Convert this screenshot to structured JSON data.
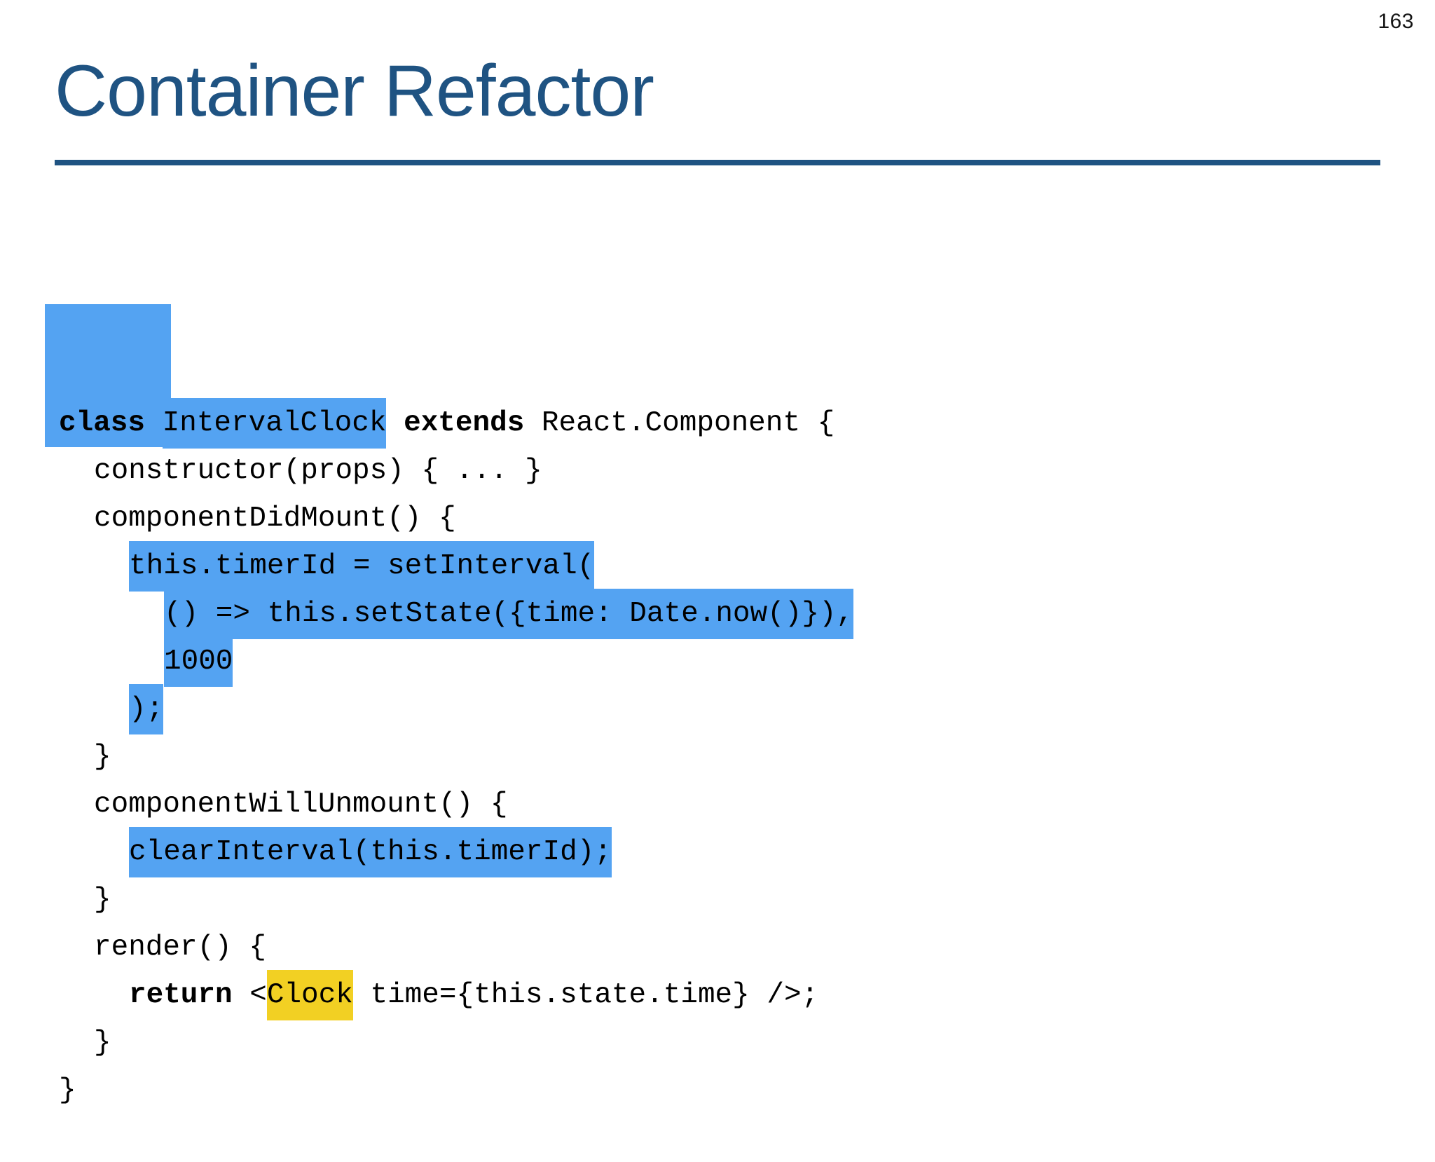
{
  "slide": {
    "page_number": "163",
    "title": "Container Refactor",
    "title_color": "#1F5382",
    "rule_color": "#1F5382",
    "background_color": "#FFFFFF"
  },
  "highlight_colors": {
    "selection_blue": "#54A3F2",
    "marker_yellow": "#F2D023"
  },
  "code": {
    "language": "jsx",
    "lines": [
      {
        "index": 0,
        "indent": 0,
        "text": "class IntervalClock extends React.Component {",
        "segments": [
          {
            "text": "class ",
            "bold": true,
            "highlight": "none"
          },
          {
            "text": "IntervalClock",
            "bold": false,
            "highlight": "blue"
          },
          {
            "text": " ",
            "bold": false,
            "highlight": "none"
          },
          {
            "text": "extends",
            "bold": true,
            "highlight": "none"
          },
          {
            "text": " React.Component {",
            "bold": false,
            "highlight": "none"
          }
        ]
      },
      {
        "index": 1,
        "indent": 1,
        "text": "constructor(props) { ... }",
        "segments": [
          {
            "text": "constructor(props) { ... }",
            "bold": false,
            "highlight": "none"
          }
        ]
      },
      {
        "index": 2,
        "indent": 1,
        "text": "componentDidMount() {",
        "segments": [
          {
            "text": "componentDidMount() {",
            "bold": false,
            "highlight": "none"
          }
        ]
      },
      {
        "index": 3,
        "indent": 2,
        "text": "this.timerId = setInterval(",
        "segments": [
          {
            "text": "this.timerId = setInterval(",
            "bold": false,
            "highlight": "blue"
          }
        ]
      },
      {
        "index": 4,
        "indent": 3,
        "text": "() => this.setState({time: Date.now()}),",
        "segments": [
          {
            "text": "() => this.setState({time: Date.now()}),",
            "bold": false,
            "highlight": "blue"
          }
        ]
      },
      {
        "index": 5,
        "indent": 3,
        "text": "1000",
        "segments": [
          {
            "text": "1000",
            "bold": false,
            "highlight": "blue"
          }
        ]
      },
      {
        "index": 6,
        "indent": 2,
        "text": ");",
        "segments": [
          {
            "text": ");",
            "bold": false,
            "highlight": "blue"
          }
        ]
      },
      {
        "index": 7,
        "indent": 1,
        "text": "}",
        "segments": [
          {
            "text": "}",
            "bold": false,
            "highlight": "none"
          }
        ]
      },
      {
        "index": 8,
        "indent": 1,
        "text": "componentWillUnmount() {",
        "segments": [
          {
            "text": "componentWillUnmount() {",
            "bold": false,
            "highlight": "none"
          }
        ]
      },
      {
        "index": 9,
        "indent": 2,
        "text": "clearInterval(this.timerId);",
        "segments": [
          {
            "text": "clearInterval(this.timerId);",
            "bold": false,
            "highlight": "blue"
          }
        ]
      },
      {
        "index": 10,
        "indent": 1,
        "text": "}",
        "segments": [
          {
            "text": "}",
            "bold": false,
            "highlight": "none"
          }
        ]
      },
      {
        "index": 11,
        "indent": 1,
        "text": "render() {",
        "segments": [
          {
            "text": "render() {",
            "bold": false,
            "highlight": "none"
          }
        ]
      },
      {
        "index": 12,
        "indent": 2,
        "text": "return <Clock time={this.state.time} />;",
        "segments": [
          {
            "text": "return",
            "bold": true,
            "highlight": "none"
          },
          {
            "text": " <",
            "bold": false,
            "highlight": "none"
          },
          {
            "text": "Clock",
            "bold": false,
            "highlight": "yellow"
          },
          {
            "text": " time={this.state.time} />;",
            "bold": false,
            "highlight": "none"
          }
        ]
      },
      {
        "index": 13,
        "indent": 1,
        "text": "}",
        "segments": [
          {
            "text": "}",
            "bold": false,
            "highlight": "none"
          }
        ]
      },
      {
        "index": 14,
        "indent": 0,
        "text": "}",
        "segments": [
          {
            "text": "}",
            "bold": false,
            "highlight": "none"
          }
        ]
      }
    ]
  }
}
